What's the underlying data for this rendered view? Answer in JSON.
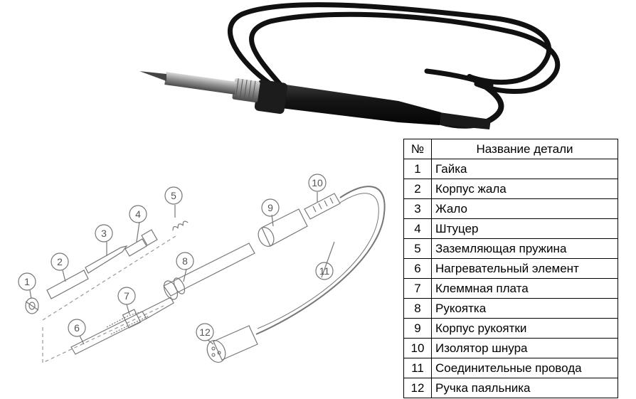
{
  "table": {
    "header": {
      "num": "№",
      "name": "Название детали"
    },
    "rows": [
      {
        "num": "1",
        "name": "Гайка"
      },
      {
        "num": "2",
        "name": "Корпус жала"
      },
      {
        "num": "3",
        "name": "Жало"
      },
      {
        "num": "4",
        "name": "Штуцер"
      },
      {
        "num": "5",
        "name": "Заземляющая пружина"
      },
      {
        "num": "6",
        "name": "Нагревательный элемент"
      },
      {
        "num": "7",
        "name": "Клеммная плата"
      },
      {
        "num": "8",
        "name": "Рукоятка"
      },
      {
        "num": "9",
        "name": "Корпус рукоятки"
      },
      {
        "num": "10",
        "name": "Изолятор шнура"
      },
      {
        "num": "11",
        "name": "Соединительные провода"
      },
      {
        "num": "12",
        "name": "Ручка паяльника"
      }
    ]
  },
  "callouts": [
    "1",
    "2",
    "3",
    "4",
    "5",
    "6",
    "7",
    "8",
    "9",
    "10",
    "11",
    "12"
  ],
  "colors": {
    "photo_body": "#1b1b1b",
    "metal": "#9a9a9a",
    "line_art": "#777777"
  }
}
